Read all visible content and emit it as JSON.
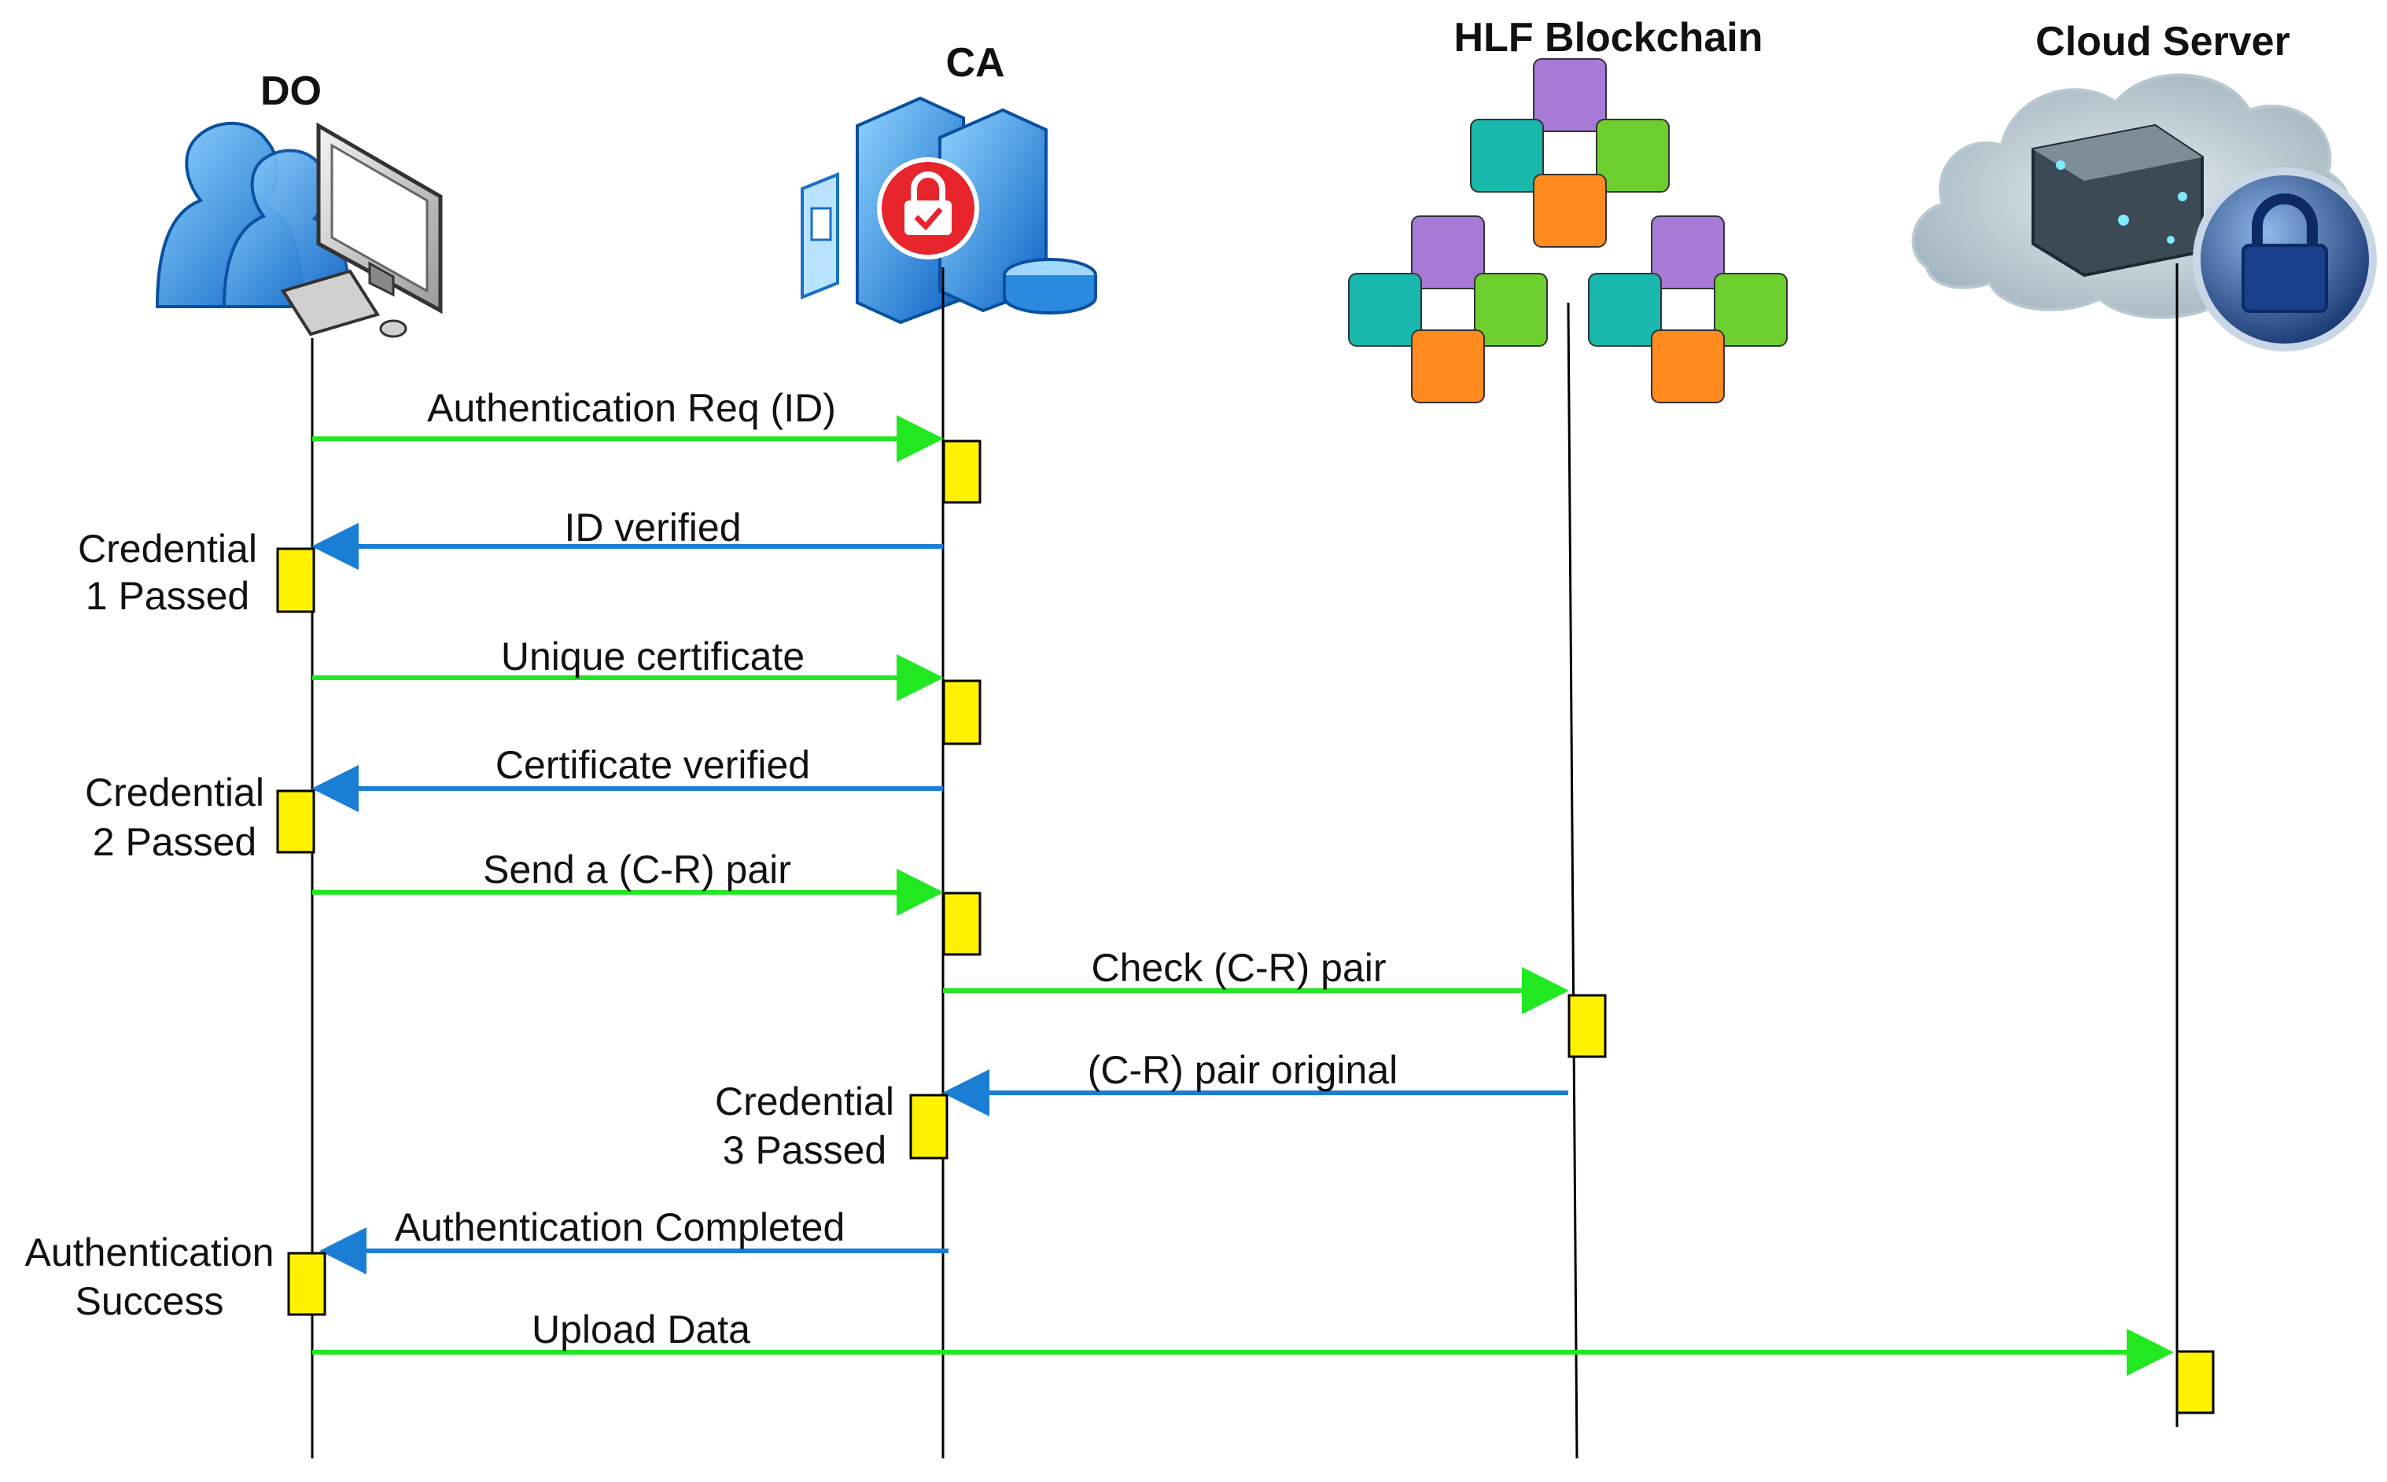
{
  "participants": [
    {
      "id": "do",
      "label": "DO",
      "icon": "user-computer-icon"
    },
    {
      "id": "ca",
      "label": "CA",
      "icon": "server-lock-icon"
    },
    {
      "id": "hlf",
      "label": "HLF Blockchain",
      "icon": "blockchain-cubes-icon"
    },
    {
      "id": "cloud",
      "label": "Cloud Server",
      "icon": "cloud-lock-icon"
    }
  ],
  "messages": [
    {
      "label": "Authentication Req (ID)",
      "from": "do",
      "to": "ca",
      "kind": "request"
    },
    {
      "label": "ID verified",
      "from": "ca",
      "to": "do",
      "kind": "response"
    },
    {
      "label": "Unique certificate",
      "from": "do",
      "to": "ca",
      "kind": "request"
    },
    {
      "label": "Certificate verified",
      "from": "ca",
      "to": "do",
      "kind": "response"
    },
    {
      "label": "Send a (C-R) pair",
      "from": "do",
      "to": "ca",
      "kind": "request"
    },
    {
      "label": "Check (C-R) pair",
      "from": "ca",
      "to": "hlf",
      "kind": "request"
    },
    {
      "label": "(C-R) pair original",
      "from": "hlf",
      "to": "ca",
      "kind": "response"
    },
    {
      "label": "Authentication Completed",
      "from": "ca",
      "to": "do",
      "kind": "response"
    },
    {
      "label": "Upload Data",
      "from": "do",
      "to": "cloud",
      "kind": "request"
    }
  ],
  "notes": [
    {
      "line1": "Credential",
      "line2": "1 Passed"
    },
    {
      "line1": "Credential",
      "line2": "2 Passed"
    },
    {
      "line1": "Credential",
      "line2": "3 Passed"
    },
    {
      "line1": "Authentication",
      "line2": "Success"
    }
  ],
  "colors": {
    "request_arrow": "#22e822",
    "response_arrow": "#1a7fd4",
    "activation_box": "#fff200"
  }
}
